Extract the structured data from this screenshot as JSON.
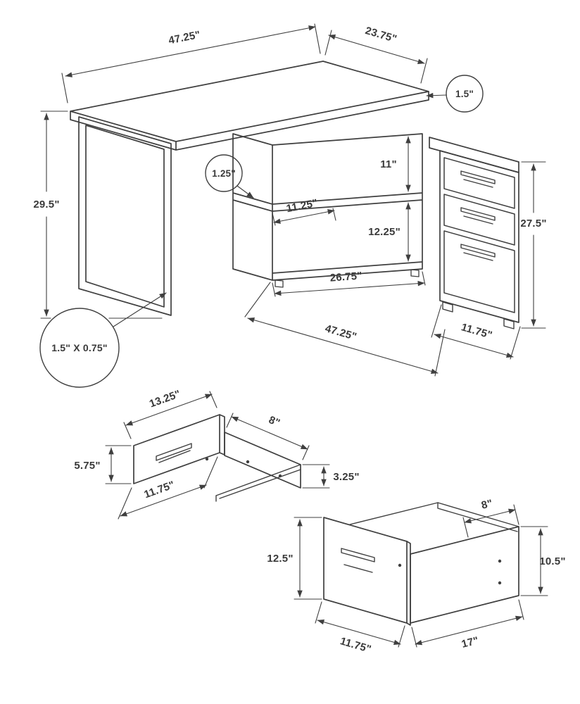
{
  "figure": {
    "background": "#ffffff",
    "line_color": "#3f3f3f"
  },
  "desk": {
    "width_top": "47.25\"",
    "return_depth": "23.75\"",
    "top_thickness": "1.5\"",
    "height_left": "29.5\"",
    "shelf_thickness": "1.25\"",
    "shelf_opening_depth": "11.25\"",
    "upper_opening_height": "11\"",
    "lower_opening_height": "12.25\"",
    "height_right": "27.5\"",
    "shelf_width": "26.75\"",
    "depth_total": "47.25\"",
    "pedestal_depth": "11.75\"",
    "leg_profile": "1.5\" X 0.75\""
  },
  "small_drawer": {
    "width": "13.25\"",
    "depth": "8\"",
    "front_height": "5.75\"",
    "side_height": "3.25\"",
    "front_width": "11.75\""
  },
  "file_drawer": {
    "top_depth": "8\"",
    "side_height": "10.5\"",
    "front_height": "12.5\"",
    "front_width": "11.75\"",
    "length": "17\""
  }
}
